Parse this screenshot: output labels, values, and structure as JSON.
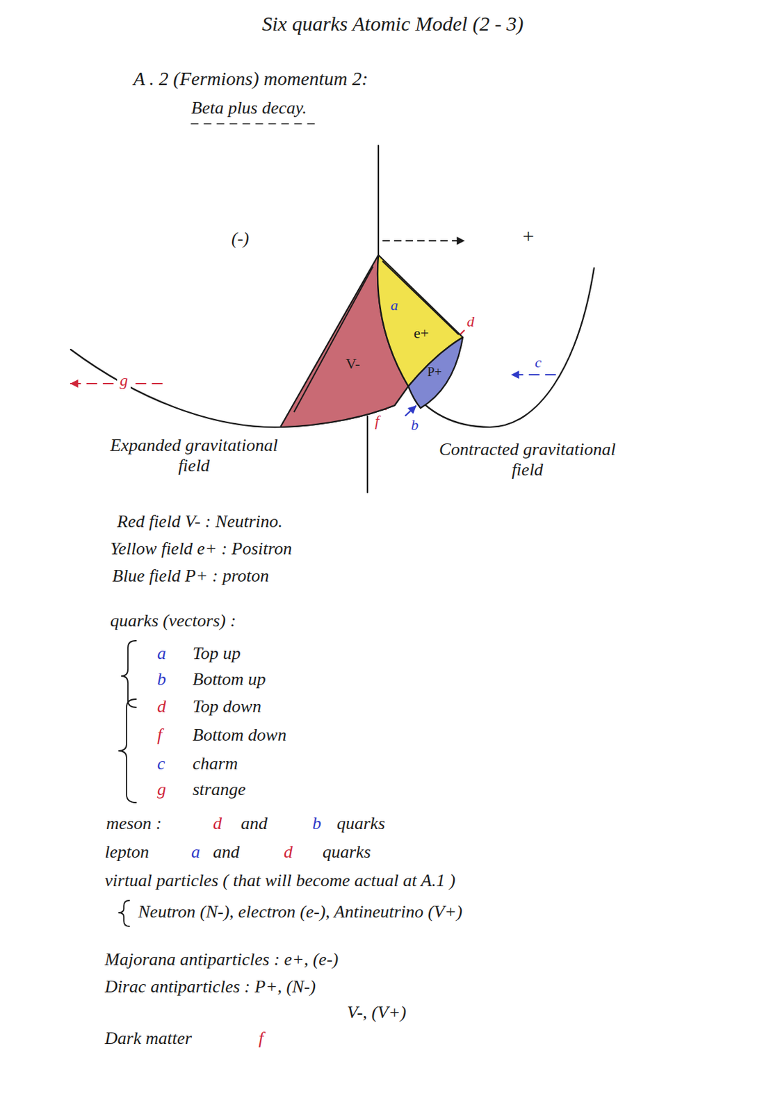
{
  "diagram": {
    "title": "Six quarks Atomic Model (2 - 3)",
    "nodes": [
      {
        "text": [
          "V-"
        ]
      },
      {
        "text": [
          "e+"
        ]
      },
      {
        "text": [
          "P+"
        ]
      }
    ],
    "labels": [
      "A . 2 (Fermions) momentum 2:",
      "Beta plus decay.",
      "(-)",
      "+",
      "a",
      "d",
      "f",
      "b",
      "c",
      "g",
      "Expanded gravitational field",
      "Contracted gravitational field",
      "Red field V- : Neutrino.",
      "Yellow field e+ : Positron",
      "Blue field P+ : proton",
      "quarks (vectors) :",
      "a",
      "Top up",
      "b",
      "Bottom up",
      "d",
      "Top down",
      "f",
      "Bottom down",
      "c",
      "charm",
      "g",
      "strange",
      "meson :",
      "d",
      "and",
      "b",
      "quarks",
      "lepton",
      "a",
      "and",
      "d",
      "quarks",
      "virtual particles ( that will become actual at A.1 )",
      "Neutron (N-), electron (e-), Antineutrino (V+)",
      "Majorana antiparticles : e+, (e-)",
      "Dirac antiparticles : P+, (N-)",
      "V-, (V+)",
      "Dark matter",
      "f"
    ]
  }
}
